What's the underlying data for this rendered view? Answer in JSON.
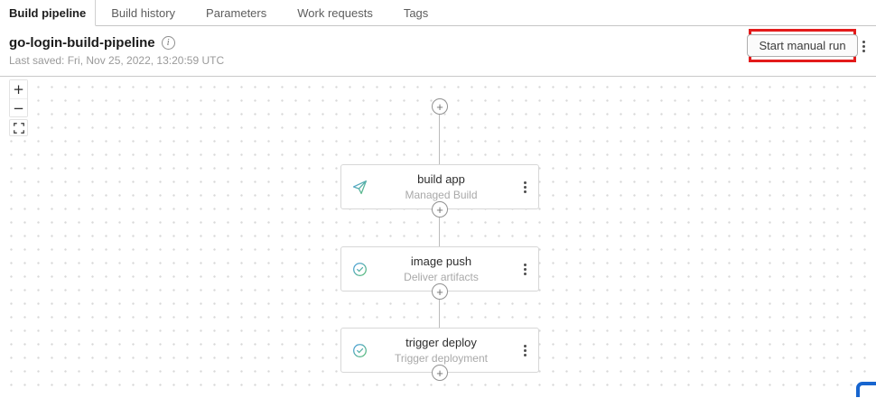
{
  "tabs": {
    "items": [
      {
        "label": "Build pipeline",
        "active": true
      },
      {
        "label": "Build history",
        "active": false
      },
      {
        "label": "Parameters",
        "active": false
      },
      {
        "label": "Work requests",
        "active": false
      },
      {
        "label": "Tags",
        "active": false
      }
    ]
  },
  "header": {
    "title": "go-login-build-pipeline",
    "info_icon": "i",
    "last_saved": "Last saved: Fri, Nov 25, 2022, 13:20:59 UTC",
    "start_run_label": "Start manual run"
  },
  "canvas_controls": {
    "zoom_in": "+",
    "zoom_out": "−"
  },
  "pipeline": {
    "add_stage_symbol": "+",
    "stages": [
      {
        "name": "build app",
        "type": "Managed Build",
        "icon": "paper-plane-icon"
      },
      {
        "name": "image push",
        "type": "Deliver artifacts",
        "icon": "check-circle-icon"
      },
      {
        "name": "trigger deploy",
        "type": "Trigger deployment",
        "icon": "check-circle-icon"
      }
    ]
  },
  "colors": {
    "annotation_red": "#e31b1b",
    "icon_blue": "#4d9fdd",
    "icon_green": "#5fbf77",
    "cursor_blue": "#1765cf"
  }
}
